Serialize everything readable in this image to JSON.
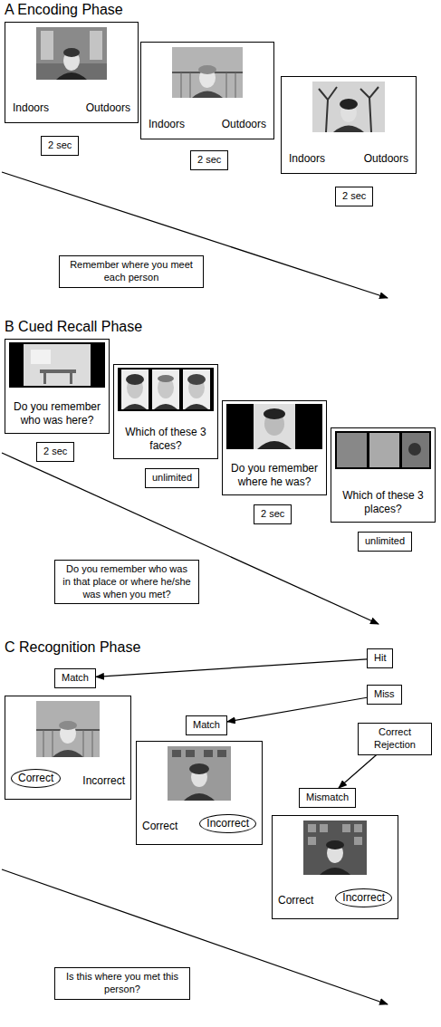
{
  "diagram": {
    "nodes": [
      {
        "text": [
          "Indoors",
          "Outdoors"
        ]
      },
      {
        "text": [
          "2 sec"
        ]
      },
      {
        "text": [
          "Indoors",
          "Outdoors"
        ]
      },
      {
        "text": [
          "2 sec"
        ]
      },
      {
        "text": [
          "Indoors",
          "Outdoors"
        ]
      },
      {
        "text": [
          "2 sec"
        ]
      },
      {
        "text": [
          "Remember where you meet each person"
        ]
      },
      {
        "text": [
          "Do you remember who was here?"
        ]
      },
      {
        "text": [
          "2 sec"
        ]
      },
      {
        "text": [
          "Which of these 3 faces?"
        ]
      },
      {
        "text": [
          "unlimited"
        ]
      },
      {
        "text": [
          "Do you remember where he was?"
        ]
      },
      {
        "text": [
          "2 sec"
        ]
      },
      {
        "text": [
          "Which of these 3 places?"
        ]
      },
      {
        "text": [
          "unlimited"
        ]
      },
      {
        "text": [
          "Do you remember who was in that place or where he/she was when you met?"
        ]
      },
      {
        "text": [
          "Match"
        ]
      },
      {
        "text": [
          "Hit"
        ]
      },
      {
        "text": [
          "Correct",
          "Incorrect"
        ]
      },
      {
        "text": [
          "Match"
        ]
      },
      {
        "text": [
          "Miss"
        ]
      },
      {
        "text": [
          "Correct Rejection"
        ]
      },
      {
        "text": [
          "Correct",
          "Incorrect"
        ]
      },
      {
        "text": [
          "Mismatch"
        ]
      },
      {
        "text": [
          "Correct",
          "Incorrect"
        ]
      },
      {
        "text": [
          "Is this where you met this person?"
        ]
      }
    ],
    "edges": [
      {
        "from": 17,
        "to": 16,
        "arrow": "to"
      },
      {
        "from": 20,
        "to": 19,
        "arrow": "to"
      },
      {
        "from": 21,
        "to": 23,
        "arrow": "to"
      }
    ],
    "labels": [
      "A Encoding Phase",
      "B Cued Recall Phase",
      "C Recognition Phase"
    ]
  }
}
